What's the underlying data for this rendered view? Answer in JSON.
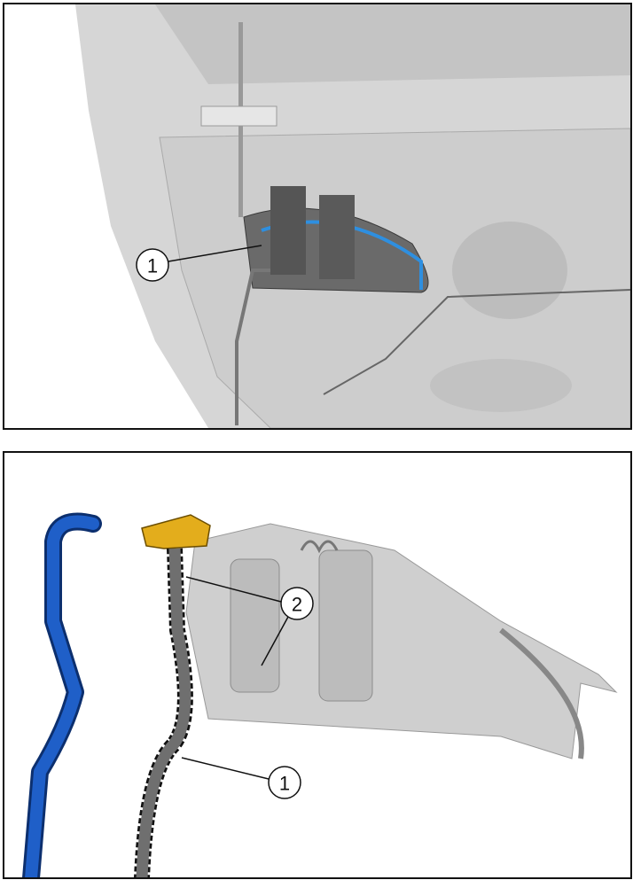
{
  "panels": [
    {
      "callouts": [
        {
          "label": "1"
        }
      ]
    },
    {
      "callouts": [
        {
          "label": "2"
        },
        {
          "label": "1"
        }
      ]
    }
  ],
  "colors": {
    "blue_rod": "#1f5fc8",
    "yellow_clip": "#e3ad1c",
    "part_gray": "#c8c8c8",
    "border": "#111111"
  }
}
